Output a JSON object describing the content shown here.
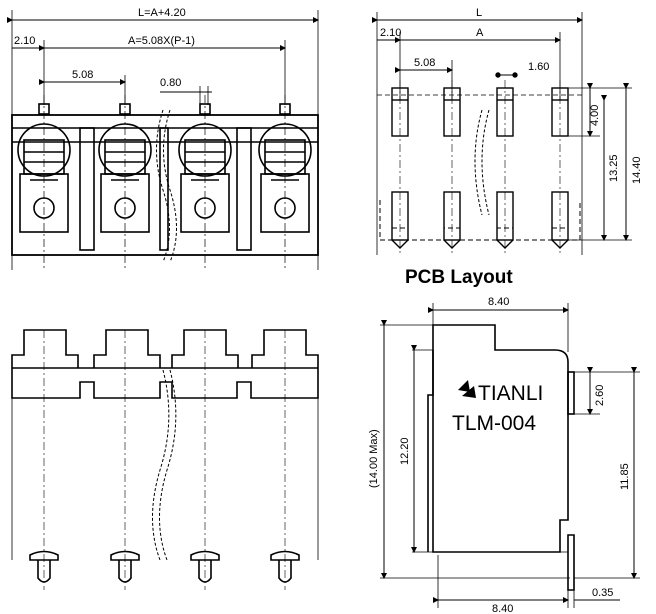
{
  "front_view": {
    "dim_total_length": "L=A+4.20",
    "dim_edge_offset": "2.10",
    "dim_pitch_formula": "A=5.08X(P-1)",
    "dim_pitch": "5.08",
    "dim_pin_width": "0.80"
  },
  "pcb_layout": {
    "title": "PCB Layout",
    "dim_L": "L",
    "dim_edge": "2.10",
    "dim_A": "A",
    "dim_pitch": "5.08",
    "dim_hole": "1.60",
    "dim_4": "4.00",
    "dim_13": "13.25",
    "dim_14": "14.40"
  },
  "side_view": {
    "brand": "TIANLI",
    "model": "TLM-004",
    "dim_top_width": "8.40",
    "dim_bottom_width": "8.40",
    "dim_max_height": "(14.00 Max)",
    "dim_body_height": "12.20",
    "dim_2_60": "2.60",
    "dim_11_85": "11.85",
    "dim_0_35": "0.35"
  }
}
